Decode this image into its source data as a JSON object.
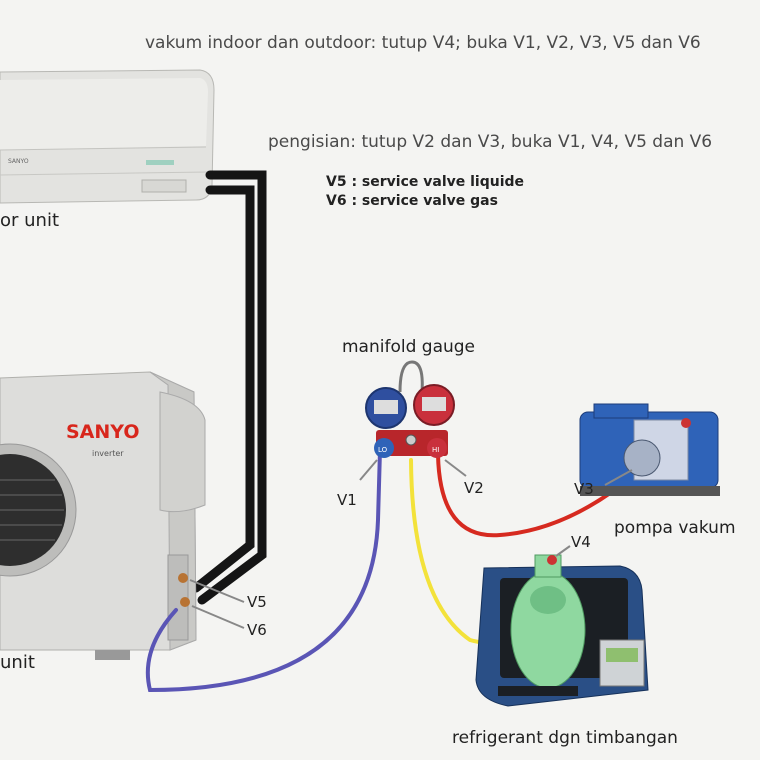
{
  "notes": {
    "vacuum_instruction": "vakum indoor dan outdoor: tutup V4; buka V1, V2, V3, V5 dan V6",
    "charging_instruction": "pengisian: tutup V2 dan V3, buka V1, V4, V5 dan V6",
    "v5_def": "V5 : service valve liquide",
    "v6_def": "V6 : service valve gas"
  },
  "components": {
    "indoor_unit": "or unit",
    "outdoor_unit": "unit",
    "manifold": "manifold gauge",
    "vacuum_pump": "pompa vakum",
    "refrigerant": "refrigerant dgn timbangan"
  },
  "valves": {
    "v1": "V1",
    "v2": "V2",
    "v3": "V3",
    "v4": "V4",
    "v5": "V5",
    "v6": "V6"
  },
  "brand": {
    "logo": "SANYO",
    "sub": "inverter",
    "indoor_logo": "SANYO"
  },
  "manifold_knobs": {
    "lo": "LO",
    "hi": "HI"
  },
  "colors": {
    "hose_blue": "#5a55b5",
    "hose_yellow": "#f3e23a",
    "hose_red": "#d62a20",
    "pipe_black": "#151515",
    "pump_blue": "#2f63b8",
    "cylinder_green": "#8fd8a0",
    "case_blue": "#2a4f86"
  }
}
